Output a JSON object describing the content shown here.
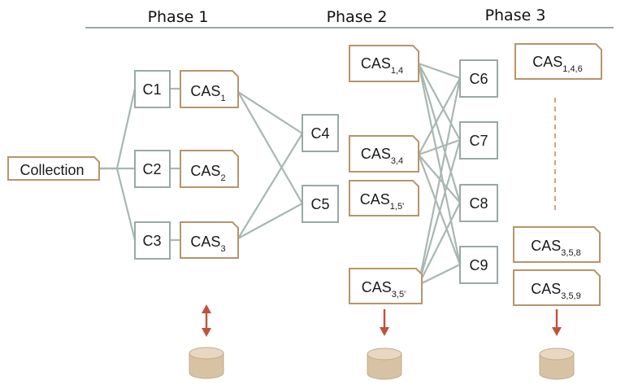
{
  "phases": [
    "Phase 1",
    "Phase 2",
    "Phase 3"
  ],
  "collection": "Collection",
  "classifiers": {
    "C1": "C1",
    "C2": "C2",
    "C3": "C3",
    "C4": "C4",
    "C5": "C5",
    "C6": "C6",
    "C7": "C7",
    "C8": "C8",
    "C9": "C9"
  },
  "cas": {
    "cas1": {
      "base": "CAS",
      "sub": "1"
    },
    "cas2": {
      "base": "CAS",
      "sub": "2"
    },
    "cas3": {
      "base": "CAS",
      "sub": "3"
    },
    "cas14": {
      "base": "CAS",
      "sub": "1,4"
    },
    "cas34": {
      "base": "CAS",
      "sub": "3,4"
    },
    "cas15p": {
      "base": "CAS",
      "sub": "1,5'"
    },
    "cas35p": {
      "base": "CAS",
      "sub": "3,5'"
    },
    "cas146": {
      "base": "CAS",
      "sub": "1,4,6"
    },
    "cas358": {
      "base": "CAS",
      "sub": "3,5,8"
    },
    "cas359": {
      "base": "CAS",
      "sub": "3,5,9"
    }
  },
  "colors": {
    "edge": "#a9b7b1",
    "classifier_border": "#9aa9a3",
    "cas_border": "#b8946a",
    "arrow": "#c0523b",
    "database": "#d8c2a4"
  },
  "icons": [
    "database-icon",
    "arrow-up-down-icon",
    "arrow-down-icon"
  ]
}
